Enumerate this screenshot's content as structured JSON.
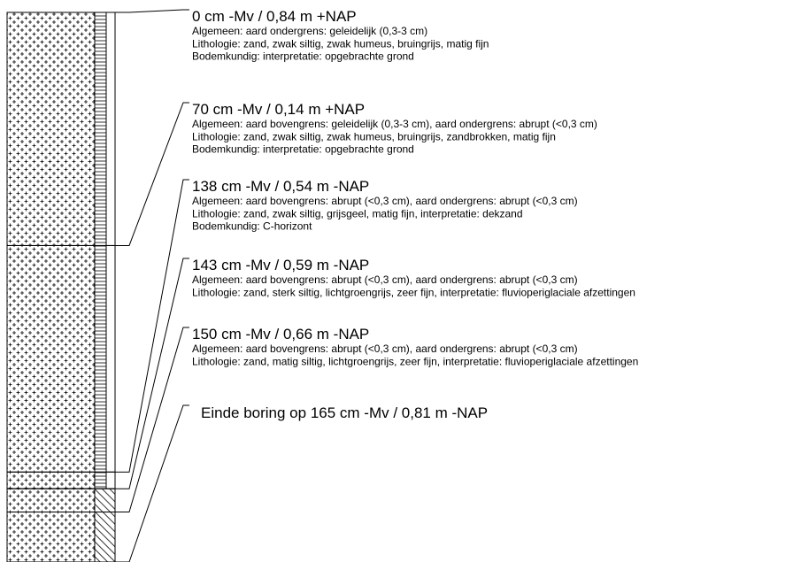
{
  "layers": [
    {
      "depth_cm": 0,
      "heading": "0 cm -Mv / 0,84 m +NAP",
      "lines": [
        "Algemeen: aard ondergrens: geleidelijk (0,3-3 cm)",
        "Lithologie: zand, zwak siltig, zwak humeus, bruingrijs, matig fijn",
        "Bodemkundig: interpretatie: opgebrachte grond"
      ],
      "pattern": "sand-dotted",
      "strip": "hatch-horizontal"
    },
    {
      "depth_cm": 70,
      "heading": "70 cm -Mv / 0,14 m +NAP",
      "lines": [
        "Algemeen: aard bovengrens: geleidelijk (0,3-3 cm), aard ondergrens: abrupt (<0,3 cm)",
        "Lithologie: zand, zwak siltig, zwak humeus, bruingrijs, zandbrokken, matig fijn",
        "Bodemkundig: interpretatie: opgebrachte grond"
      ],
      "pattern": "sand-dotted",
      "strip": "hatch-horizontal"
    },
    {
      "depth_cm": 138,
      "heading": "138 cm -Mv / 0,54 m -NAP",
      "lines": [
        "Algemeen: aard bovengrens: abrupt (<0,3 cm), aard ondergrens: abrupt (<0,3 cm)",
        "Lithologie: zand, zwak siltig, grijsgeel, matig fijn, interpretatie: dekzand",
        "Bodemkundig: C-horizont"
      ],
      "pattern": "sand-dotted",
      "strip": "hatch-horizontal"
    },
    {
      "depth_cm": 143,
      "heading": "143 cm -Mv / 0,59 m -NAP",
      "lines": [
        "Algemeen: aard bovengrens: abrupt (<0,3 cm), aard ondergrens: abrupt (<0,3 cm)",
        "Lithologie: zand, sterk siltig, lichtgroengrijs, zeer fijn, interpretatie: fluvioperiglaciale afzettingen"
      ],
      "pattern": "sand-dotted",
      "strip": "hatch-diagonal"
    },
    {
      "depth_cm": 150,
      "heading": "150 cm -Mv / 0,66 m -NAP",
      "lines": [
        "Algemeen: aard bovengrens: abrupt (<0,3 cm), aard ondergrens: abrupt (<0,3 cm)",
        "Lithologie: zand, matig siltig, lichtgroengrijs, zeer fijn, interpretatie: fluvioperiglaciale afzettingen"
      ],
      "pattern": "sand-dotted",
      "strip": "hatch-diagonal"
    }
  ],
  "end": {
    "depth_cm": 165,
    "text": "Einde boring op 165 cm -Mv / 0,81 m -NAP"
  },
  "colors": {
    "line": "#000000",
    "background": "#ffffff"
  }
}
